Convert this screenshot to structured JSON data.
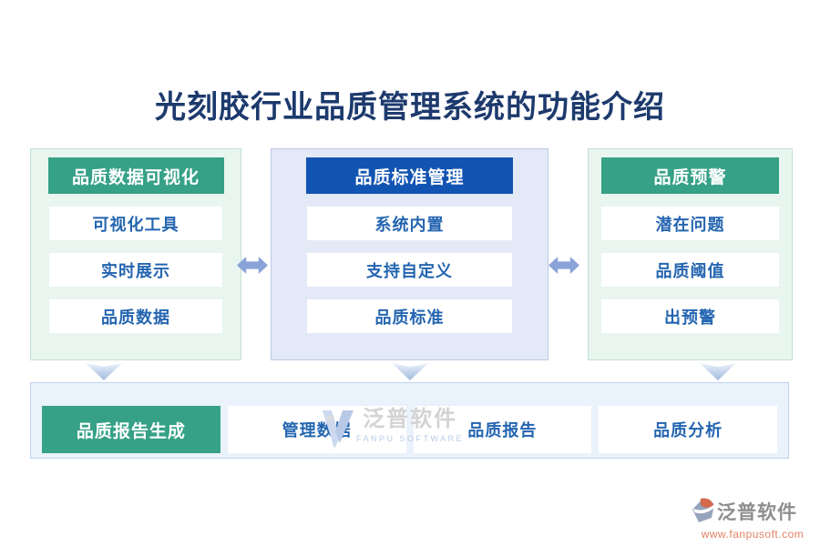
{
  "title": "光刻胶行业品质管理系统的功能介绍",
  "columns": [
    {
      "header": "品质数据可视化",
      "items": [
        "可视化工具",
        "实时展示",
        "品质数据"
      ]
    },
    {
      "header": "品质标准管理",
      "items": [
        "系统内置",
        "支持自定义",
        "品质标准"
      ]
    },
    {
      "header": "品质预警",
      "items": [
        "潜在问题",
        "品质阈值",
        "出预警"
      ]
    }
  ],
  "bottom_row": {
    "header": "品质报告生成",
    "items": [
      "管理数据",
      "品质报告",
      "品质分析"
    ]
  },
  "watermark_center": {
    "name": "泛普软件",
    "subtitle": "FANPU SOFTWARE"
  },
  "watermark_footer": {
    "name": "泛普软件",
    "url": "www.fanpusoft.com"
  },
  "colors": {
    "title_text": "#1d3a6d",
    "green_accent": "#36a186",
    "blue_accent": "#1254b2",
    "item_text": "#2465b0",
    "green_panel_bg": "#e9f5ef",
    "green_panel_border": "#c2e0d2",
    "blue_panel_bg": "#e3e9f6",
    "blue_panel_border": "#bdc9e5",
    "bottom_panel_bg": "#eaf2fb",
    "bottom_panel_border": "#bdd2ea",
    "arrow": "#8aa3d8",
    "footer_url_text": "#e08263"
  }
}
